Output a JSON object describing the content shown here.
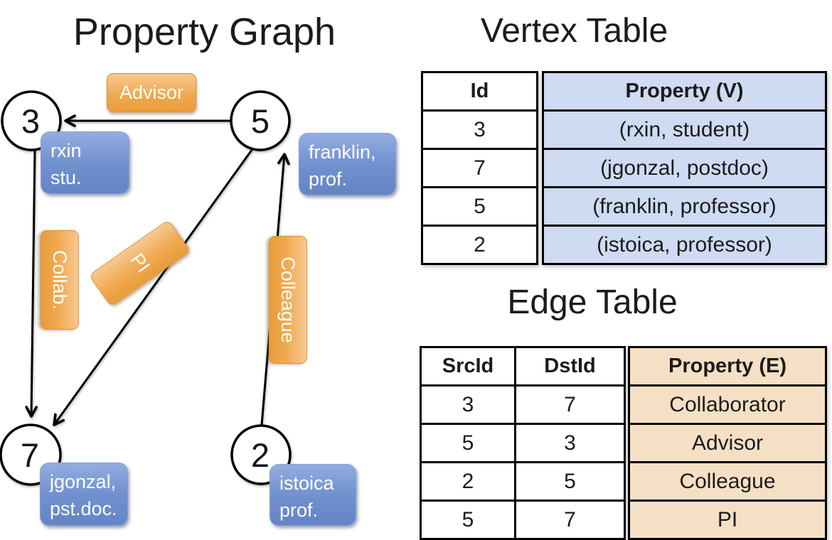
{
  "graph": {
    "title": "Property Graph",
    "nodes": {
      "n3": {
        "id": "3",
        "line1": "rxin",
        "line2": "stu."
      },
      "n5": {
        "id": "5",
        "line1": "franklin,",
        "line2": "prof."
      },
      "n7": {
        "id": "7",
        "line1": "jgonzal,",
        "line2": "pst.doc."
      },
      "n2": {
        "id": "2",
        "line1": "istoica",
        "line2": "prof."
      }
    },
    "edge_labels": {
      "advisor": "Advisor",
      "collab": "Collab.",
      "pi": "PI",
      "colleague": "Colleague"
    }
  },
  "vertex_table": {
    "title": "Vertex Table",
    "col_id": "Id",
    "col_property": "Property (V)",
    "rows": [
      {
        "id": "3",
        "property": "(rxin, student)"
      },
      {
        "id": "7",
        "property": "(jgonzal, postdoc)"
      },
      {
        "id": "5",
        "property": "(franklin, professor)"
      },
      {
        "id": "2",
        "property": "(istoica, professor)"
      }
    ]
  },
  "edge_table": {
    "title": "Edge Table",
    "col_src": "SrcId",
    "col_dst": "DstId",
    "col_property": "Property (E)",
    "rows": [
      {
        "src": "3",
        "dst": "7",
        "property": "Collaborator"
      },
      {
        "src": "5",
        "dst": "3",
        "property": "Advisor"
      },
      {
        "src": "2",
        "dst": "5",
        "property": "Colleague"
      },
      {
        "src": "5",
        "dst": "7",
        "property": "PI"
      }
    ]
  },
  "colors": {
    "edge_label_bg": "#EDA245",
    "vertex_label_bg": "#7191CF",
    "vertex_property_bg": "#CEDBF2",
    "edge_property_bg": "#F6E0C5",
    "line": "#000000"
  }
}
